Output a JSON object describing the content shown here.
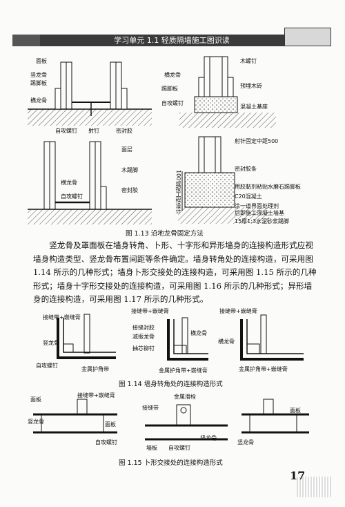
{
  "header": {
    "title": "学习单元 1.1    轻质隔墙施工图识读"
  },
  "page_number": "17",
  "fig_1_13": {
    "caption": "图 1.13   沿地龙骨固定方法",
    "a": {
      "labels": [
        "面板",
        "竖龙骨",
        "踢脚板",
        "横龙骨",
        "自攻螺钉",
        "射钉",
        "密封胶"
      ]
    },
    "b": {
      "labels": [
        "木螺钉",
        "横龙骨",
        "踢脚板",
        "预埋木砖",
        "自攻螺钉",
        "混凝土基座"
      ]
    },
    "c": {
      "labels": [
        "面层",
        "木踢脚",
        "横龙骨",
        "自攻螺钉",
        "密封胶"
      ]
    },
    "d": {
      "labels": [
        "射针固定中距500",
        "密封胶条",
        "用胶黏剂粘贴水磨石踢脚板",
        "C20混凝土",
        "涂一道界面处理剂",
        "后即施工混凝土墙基",
        "15厚1:3水泥砂浆踢脚"
      ],
      "vertical_label": "100或按工程设计"
    }
  },
  "paragraph": "竖龙骨及罩面板在墙身转角、卜形、十字形和异形墙身的连接构造形式应视墙身构造类型、竖龙骨布置间距等条件确定。墙身转角处的连接构造，可采用图 1.14 所示的几种形式；墙身卜形交接处的连接构造，可采用图 1.15 所示的几种形式；墙身十字形交接处的连接构造，可采用图 1.16 所示的几种形式；异形墙身的连接构造，可采用图 1.17 所示的几种形式。",
  "fig_1_14": {
    "caption": "图 1.14   墙身转角处的连接构造形式",
    "a": {
      "labels": [
        "接缝带+嵌缝膏",
        "竖龙骨",
        "自攻螺钉",
        "金属护角带"
      ]
    },
    "b": {
      "labels": [
        "接缝带+嵌缝膏",
        "接缝封胶",
        "减振龙骨",
        "抽芯铆钉",
        "横龙骨",
        "金属护角带+嵌缝膏"
      ]
    },
    "c": {
      "labels": [
        "接缝带+嵌缝膏",
        "横龙骨",
        "金属护角带+嵌缝膏"
      ]
    }
  },
  "fig_1_15": {
    "caption": "图 1.15   卜形交接处的连接构造形式",
    "a": {
      "labels": [
        "面板",
        "接缝带+嵌缝膏",
        "竖龙骨",
        "面板",
        "自攻螺钉"
      ]
    },
    "b": {
      "labels": [
        "金属滑栓",
        "接缝带",
        "墙板",
        "自攻螺钉",
        "竖龙骨"
      ]
    },
    "c": {
      "labels": [
        "面板",
        "竖龙骨"
      ]
    }
  }
}
